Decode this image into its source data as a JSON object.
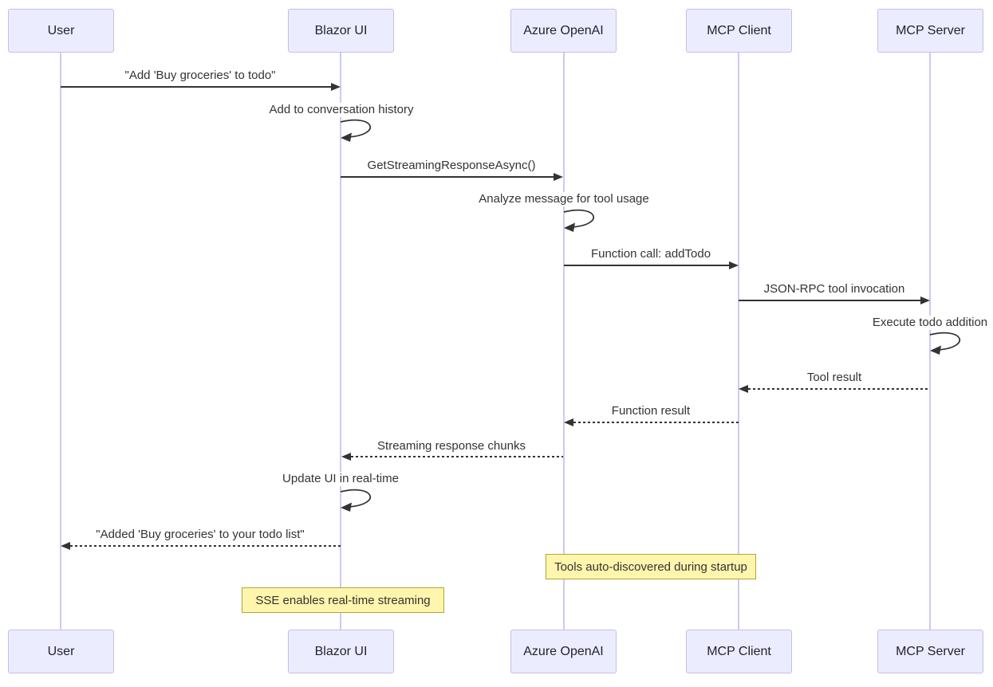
{
  "diagram": {
    "type": "sequence-diagram",
    "actors": [
      {
        "id": "user",
        "name": "User"
      },
      {
        "id": "blazor-ui",
        "name": "Blazor UI"
      },
      {
        "id": "azure-openai",
        "name": "Azure OpenAI"
      },
      {
        "id": "mcp-client",
        "name": "MCP Client"
      },
      {
        "id": "mcp-server",
        "name": "MCP Server"
      }
    ],
    "messages": [
      {
        "from": "User",
        "to": "Blazor UI",
        "type": "solid",
        "label": "\"Add 'Buy groceries' to todo\""
      },
      {
        "self": "Blazor UI",
        "type": "self",
        "label": "Add to conversation history"
      },
      {
        "from": "Blazor UI",
        "to": "Azure OpenAI",
        "type": "solid",
        "label": "GetStreamingResponseAsync()"
      },
      {
        "self": "Azure OpenAI",
        "type": "self",
        "label": "Analyze message for tool usage"
      },
      {
        "from": "Azure OpenAI",
        "to": "MCP Client",
        "type": "solid",
        "label": "Function call: addTodo"
      },
      {
        "from": "MCP Client",
        "to": "MCP Server",
        "type": "solid",
        "label": "JSON-RPC tool invocation"
      },
      {
        "self": "MCP Server",
        "type": "self",
        "label": "Execute todo addition"
      },
      {
        "from": "MCP Server",
        "to": "MCP Client",
        "type": "dashed",
        "label": "Tool result"
      },
      {
        "from": "MCP Client",
        "to": "Azure OpenAI",
        "type": "dashed",
        "label": "Function result"
      },
      {
        "from": "Azure OpenAI",
        "to": "Blazor UI",
        "type": "dashed",
        "label": "Streaming response chunks"
      },
      {
        "self": "Blazor UI",
        "type": "self",
        "label": "Update UI in real-time"
      },
      {
        "from": "Blazor UI",
        "to": "User",
        "type": "dashed",
        "label": "\"Added 'Buy groceries' to your todo list\""
      }
    ],
    "notes": [
      {
        "over": "Azure OpenAI, MCP Client",
        "label": "Tools auto-discovered during startup"
      },
      {
        "over": "Blazor UI",
        "label": "SSE enables real-time streaming"
      }
    ],
    "colors": {
      "actor_fill": "#ECECFF",
      "actor_border": "#C4BEE8",
      "lifeline": "#CFC9F2",
      "note_fill": "#FFF5AD",
      "note_border": "#AAAA33",
      "message_line": "#333333",
      "text": "#333333"
    }
  }
}
